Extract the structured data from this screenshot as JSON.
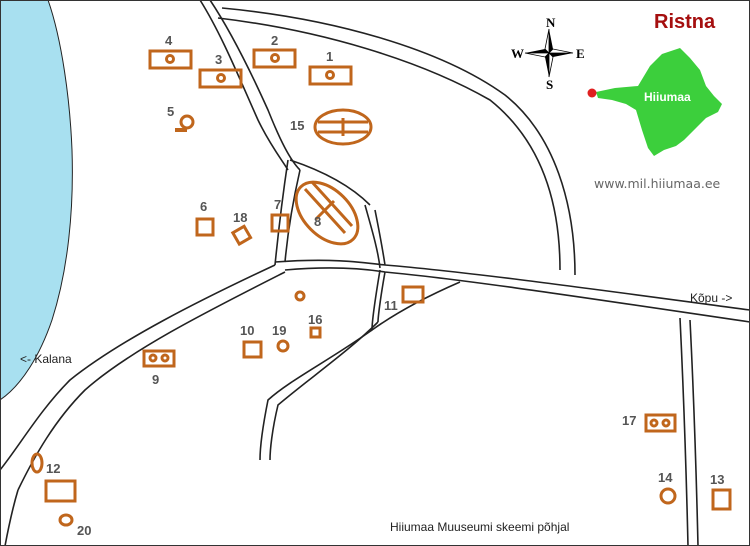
{
  "title": "Ristna",
  "island_label": "Hiiumaa",
  "website": "www.mil.hiiumaa.ee",
  "credit": "Hiiumaa Muuseumi skeemi põhjal",
  "roads": {
    "west": "<- Kalana",
    "east": "Kõpu ->"
  },
  "compass": {
    "n": "N",
    "s": "S",
    "e": "E",
    "w": "W"
  },
  "colors": {
    "water": "#a8e0f0",
    "building": "#c0661c",
    "island": "#3ccf3c",
    "title": "#a50f0f",
    "marker": "#e02020"
  },
  "labels": {
    "l1": "1",
    "l2": "2",
    "l3": "3",
    "l4": "4",
    "l5": "5",
    "l6": "6",
    "l7": "7",
    "l8": "8",
    "l9": "9",
    "l10": "10",
    "l11": "11",
    "l12": "12",
    "l13": "13",
    "l14": "14",
    "l15": "15",
    "l16": "16",
    "l17": "17",
    "l18": "18",
    "l19": "19",
    "l20": "20"
  }
}
